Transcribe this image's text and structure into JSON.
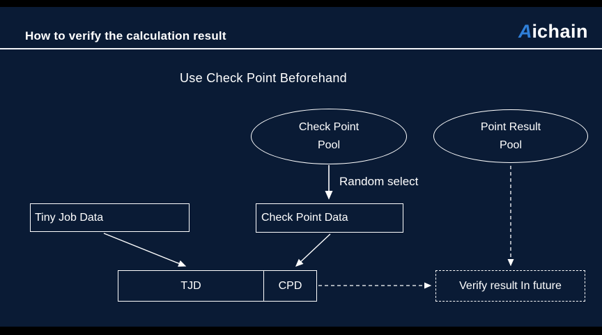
{
  "header": {
    "title": "How to verify the calculation result",
    "logo": {
      "a": "A",
      "i": "i",
      "chain": "chain"
    }
  },
  "diagram": {
    "subtitle": "Use Check Point Beforehand",
    "pools": {
      "check_point": {
        "line1": "Check Point",
        "line2": "Pool"
      },
      "point_result": {
        "line1": "Point Result",
        "line2": "Pool"
      }
    },
    "labels": {
      "random_select": "Random select"
    },
    "boxes": {
      "tiny_job_data": "Tiny Job Data",
      "check_point_data": "Check Point Data",
      "tjd": "TJD",
      "cpd": "CPD",
      "verify": "Verify result In future"
    }
  },
  "colors": {
    "background": "#0a1b35",
    "logo_blue": "#2f7fd8",
    "stroke": "#ffffff"
  }
}
